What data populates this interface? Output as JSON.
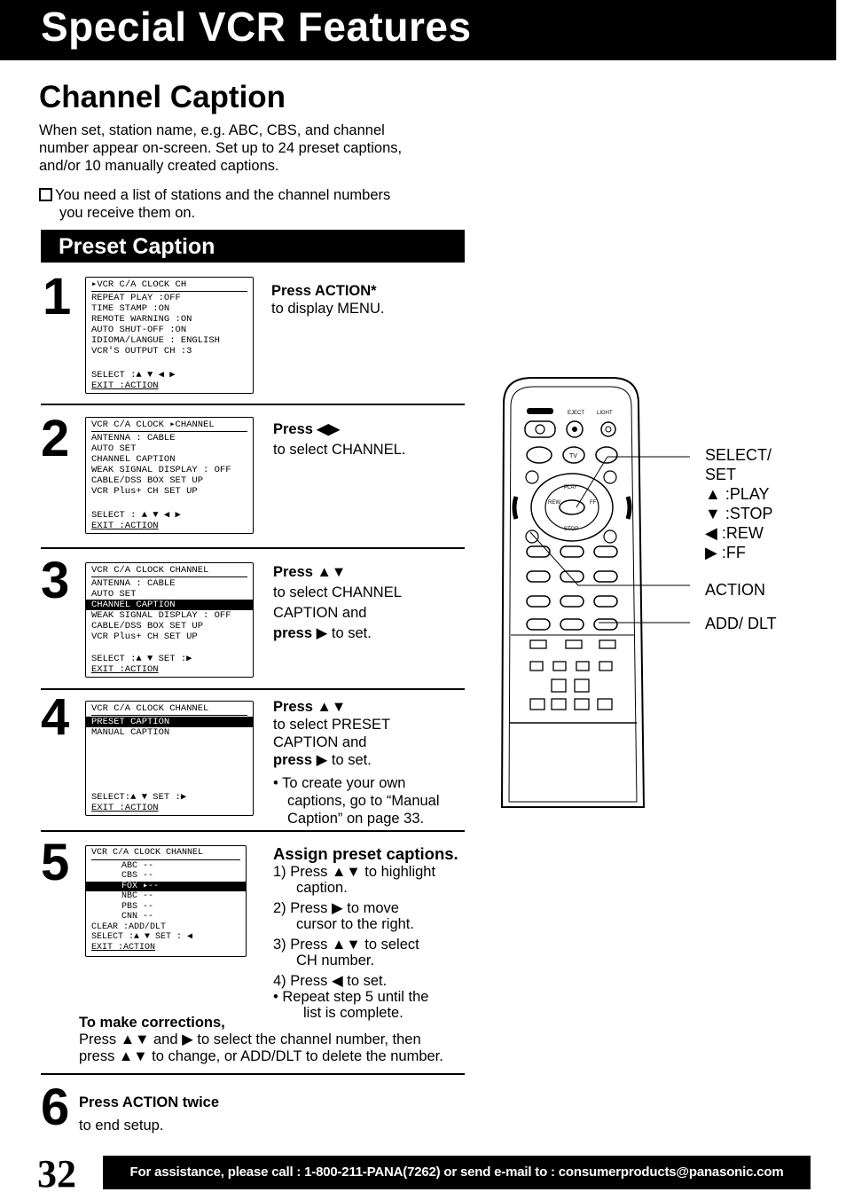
{
  "header": {
    "title": "Special VCR Features"
  },
  "section": {
    "title": "Channel Caption",
    "intro": [
      "When set, station name, e.g. ABC, CBS, and channel",
      "number appear on-screen. Set up to 24 preset captions,",
      "and/or 10 manually created captions."
    ],
    "note": [
      "You need a list of stations and the channel numbers",
      "you receive them on."
    ]
  },
  "preset_caption_title": "Preset Caption",
  "steps": [
    {
      "number": "1",
      "screen": {
        "header": "▸VCR  C/A  CLOCK    CH",
        "rows": [
          "REPEAT PLAY      :OFF",
          "TIME STAMP       :ON",
          "REMOTE WARNING   :ON",
          "AUTO SHUT-OFF    :ON",
          "IDIOMA/LANGUE : ENGLISH",
          "VCR'S OUTPUT CH  :3"
        ],
        "select": "SELECT :▲ ▼ ◀ ▶",
        "exit": "EXIT    :ACTION"
      },
      "instr_bold": "Press ACTION*",
      "instr": "to display MENU."
    },
    {
      "number": "2",
      "screen": {
        "header": "VCR C/A CLOCK ▸CHANNEL",
        "rows": [
          "ANTENNA : CABLE",
          "AUTO SET",
          "CHANNEL CAPTION",
          "WEAK SIGNAL  DISPLAY : OFF",
          "CABLE/DSS BOX SET UP",
          "VCR Plus+ CH SET UP"
        ],
        "select": "SELECT : ▲ ▼ ◀ ▶",
        "exit": "EXIT    :ACTION"
      },
      "instr_bold": "Press ◀▶",
      "instr": "to select CHANNEL."
    },
    {
      "number": "3",
      "screen": {
        "header": "VCR C/A CLOCK  CHANNEL",
        "rows": [
          "ANTENNA : CABLE",
          "AUTO SET"
        ],
        "highlight": "CHANNEL CAPTION",
        "rows2": [
          "WEAK SIGNAL  DISPLAY : OFF",
          "CABLE/DSS BOX SET UP",
          "VCR Plus+ CH SET UP"
        ],
        "select": "SELECT :▲ ▼     SET :▶",
        "exit": "EXIT    :ACTION"
      },
      "instr_bold": "Press ▲▼",
      "instr_lines": [
        "to select CHANNEL",
        "CAPTION and"
      ],
      "instr_press": "press",
      "instr_end": "▶ to set."
    },
    {
      "number": "4",
      "screen": {
        "header": "VCR C/A CLOCK  CHANNEL",
        "highlight": "PRESET CAPTION",
        "rows": [
          "MANUAL CAPTION"
        ],
        "select": "SELECT:▲ ▼     SET :▶",
        "exit": "EXIT    :ACTION"
      },
      "instr_bold": "Press ▲▼",
      "instr_lines": [
        "to select PRESET",
        "CAPTION and"
      ],
      "instr_press": "press",
      "instr_end": "▶ to set.",
      "bullet": [
        "• To create your own",
        "captions, go to “Manual",
        "Caption” on page 33."
      ]
    },
    {
      "number": "5",
      "screen": {
        "header": "VCR C/A CLOCK  CHANNEL",
        "rows_a": [
          "ABC    --",
          "CBS    --"
        ],
        "highlight": "FOX    ▸--",
        "rows_b": [
          "NBC    --",
          "PBS    --",
          "CNN    --"
        ],
        "clear": "CLEAR  :ADD/DLT",
        "select": "SELECT :▲ ▼   SET : ◀",
        "exit": "EXIT    :ACTION"
      },
      "title": "Assign preset captions.",
      "items": [
        [
          "1) Press ▲▼ to highlight",
          "caption."
        ],
        [
          "2) Press ▶ to move",
          "cursor to the right."
        ],
        [
          "3) Press ▲▼ to select",
          "CH number."
        ],
        [
          "4) Press ◀ to set."
        ]
      ],
      "bullet": [
        "•    Repeat step 5 until the",
        "list is complete."
      ]
    },
    {
      "number": "6",
      "instr_bold": "Press ACTION twice",
      "instr": "to end setup."
    }
  ],
  "corrections": {
    "title": "To make corrections,",
    "lines": [
      "Press ▲▼ and ▶ to select the channel number, then",
      "press ▲▼ to change, or ADD/DLT to delete the number."
    ]
  },
  "remote": {
    "labels": {
      "select_set": [
        "SELECT/",
        "SET"
      ],
      "play": "▲ :PLAY",
      "stop": "▼ :STOP",
      "rew": "◀ :REW",
      "ff": "▶ :FF",
      "action": "ACTION",
      "add_dlt": "ADD/ DLT"
    },
    "small": {
      "eject": "EJECT",
      "light": "LIGHT",
      "tv": "TV",
      "play": "PLAY",
      "stop": "STOP",
      "rew": "REW",
      "ff": "FF"
    }
  },
  "footer": {
    "page": "32",
    "text": "For assistance, please call : 1-800-211-PANA(7262) or send e-mail to : consumerproducts@panasonic.com"
  }
}
